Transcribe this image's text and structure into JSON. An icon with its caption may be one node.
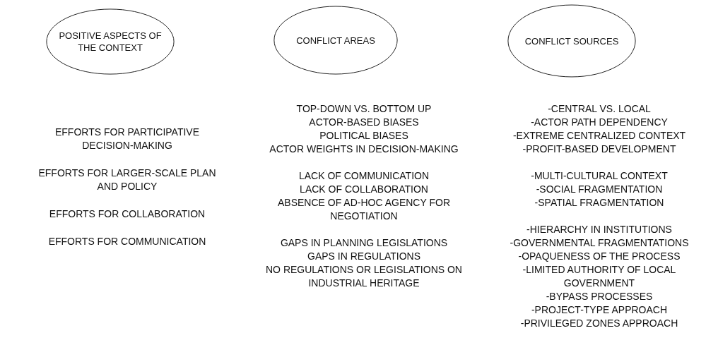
{
  "diagram": {
    "nodes": [
      {
        "text": [
          "POSITIVE ASPECTS OF THE CONTEXT"
        ]
      },
      {
        "text": [
          "CONFLICT AREAS"
        ]
      },
      {
        "text": [
          "CONFLICT SOURCES"
        ]
      }
    ],
    "labels": [
      "EFFORTS FOR PARTICIPATIVE DECISION-MAKING",
      "EFFORTS FOR LARGER-SCALE PLAN AND POLICY",
      "EFFORTS FOR COLLABORATION",
      "EFFORTS FOR COMMUNICATION",
      "TOP-DOWN VS. BOTTOM UP",
      "ACTOR-BASED BIASES",
      "POLITICAL BIASES",
      "ACTOR WEIGHTS IN DECISION-MAKING",
      "LACK OF COMMUNICATION",
      "LACK OF COLLABORATION",
      "ABSENCE OF AD-HOC AGENCY FOR NEGOTIATION",
      "GAPS IN PLANNING LEGISLATIONS",
      "GAPS IN REGULATIONS",
      "NO REGULATIONS OR LEGISLATIONS ON INDUSTRIAL HERITAGE",
      "-CENTRAL VS. LOCAL",
      "-ACTOR PATH DEPENDENCY",
      "-EXTREME CENTRALIZED CONTEXT",
      "-PROFIT-BASED DEVELOPMENT",
      "-MULTI-CULTURAL CONTEXT",
      "-SOCIAL FRAGMENTATION",
      "-SPATIAL FRAGMENTATION",
      "-HIERARCHY IN INSTITUTIONS",
      "-GOVERNMENTAL FRAGMENTATIONS",
      "-OPAQUENESS OF THE PROCESS",
      "-LIMITED AUTHORITY OF LOCAL GOVERNMENT",
      "-BYPASS PROCESSES",
      "-PROJECT-TYPE APPROACH",
      "-PRIVILEGED ZONES APPROACH"
    ]
  }
}
